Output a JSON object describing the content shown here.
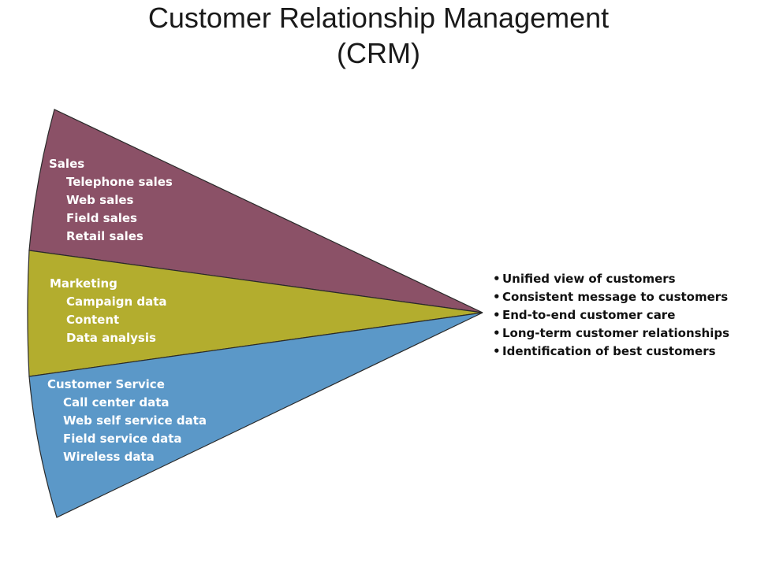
{
  "title": {
    "line1": "Customer Relationship Management",
    "line2": "(CRM)"
  },
  "colors": {
    "sales": "#8b5167",
    "marketing": "#b3ad2e",
    "service": "#5b98c8",
    "outline": "#2a2a2a"
  },
  "segments": [
    {
      "heading": "Sales",
      "items": [
        "Telephone sales",
        "Web sales",
        "Field sales",
        "Retail sales"
      ]
    },
    {
      "heading": "Marketing",
      "items": [
        "Campaign data",
        "Content",
        "Data analysis"
      ]
    },
    {
      "heading": "Customer Service",
      "items": [
        "Call center data",
        "Web self service data",
        "Field service data",
        "Wireless data"
      ]
    }
  ],
  "benefits": [
    "Unified view of customers",
    "Consistent message to customers",
    "End-to-end customer care",
    "Long-term customer relationships",
    "Identification of best customers"
  ]
}
